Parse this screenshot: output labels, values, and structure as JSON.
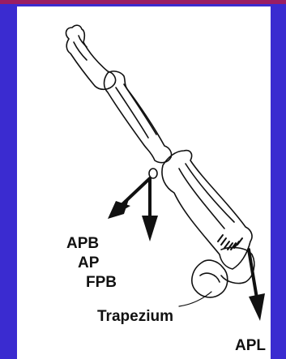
{
  "colors": {
    "slide_background": "#3a2bd0",
    "top_bar": "#9a1d63",
    "panel": "#ffffff",
    "ink": "#111111"
  },
  "labels": {
    "apb": "APB",
    "ap": "AP",
    "fpb": "FPB",
    "trapezium": "Trapezium",
    "apl": "APL"
  }
}
